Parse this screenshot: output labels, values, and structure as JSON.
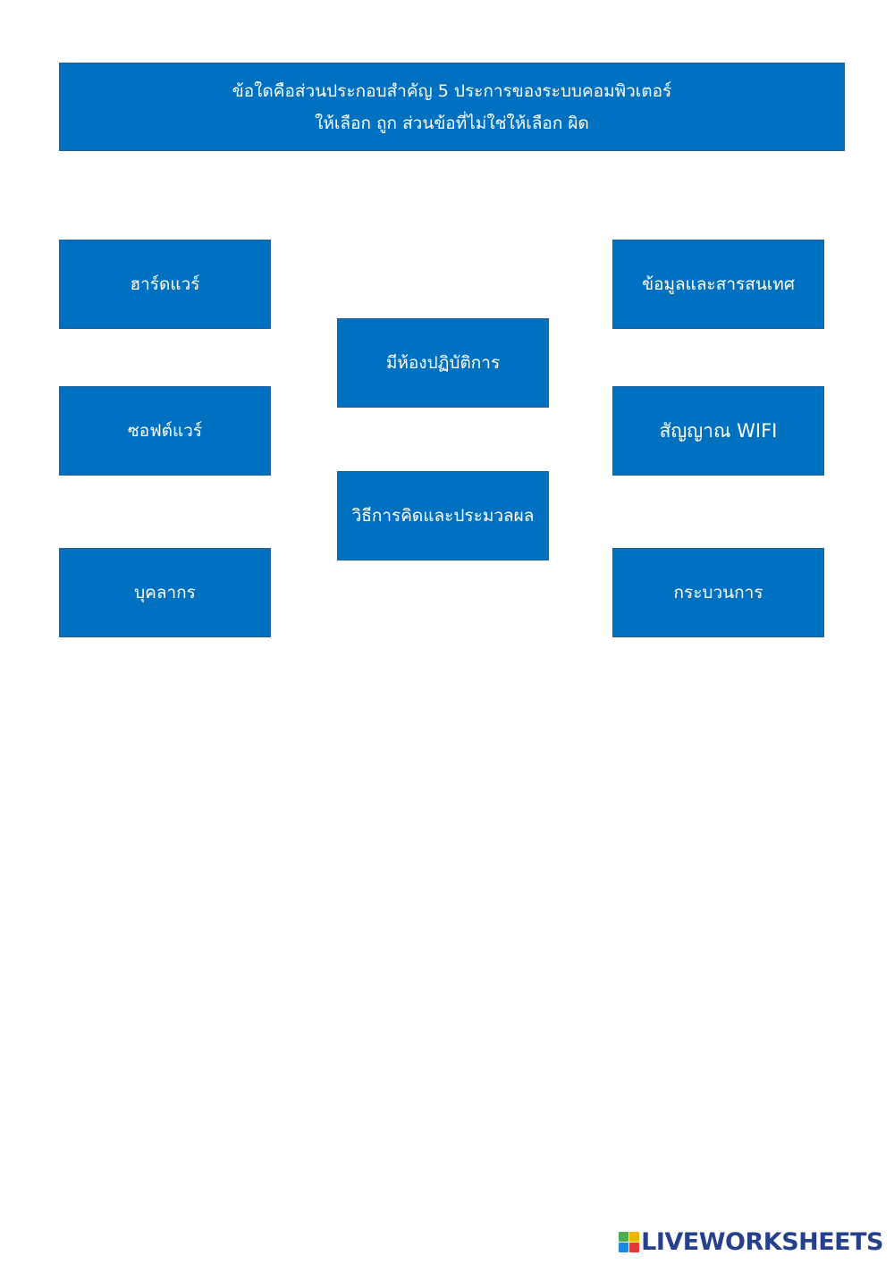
{
  "header": {
    "line1": "ข้อใดคือส่วนประกอบสำคัญ 5 ประการของระบบคอมพิวเตอร์",
    "line2": "ให้เลือก ถูก  ส่วนข้อที่ไม่ใช่ให้เลือก ผิด"
  },
  "options": {
    "hardware": "ฮาร์ดแวร์",
    "software": "ซอฟต์แวร์",
    "people": "บุคลากร",
    "lab": "มีห้องปฏิบัติการ",
    "method": "วิธีการคิดและประมวลผล",
    "data": "ข้อมูลและสารสนเทศ",
    "wifi": "สัญญาณ WIFI",
    "process": "กระบวนการ"
  },
  "brand": {
    "name": "LIVEWORKSHEETS",
    "colors": {
      "box": "#0070c0",
      "text": "#ffffff",
      "logo_text": "#27408b",
      "logo_tiles": [
        "#4caf50",
        "#f4b400",
        "#1e88e5",
        "#e53935"
      ]
    }
  }
}
